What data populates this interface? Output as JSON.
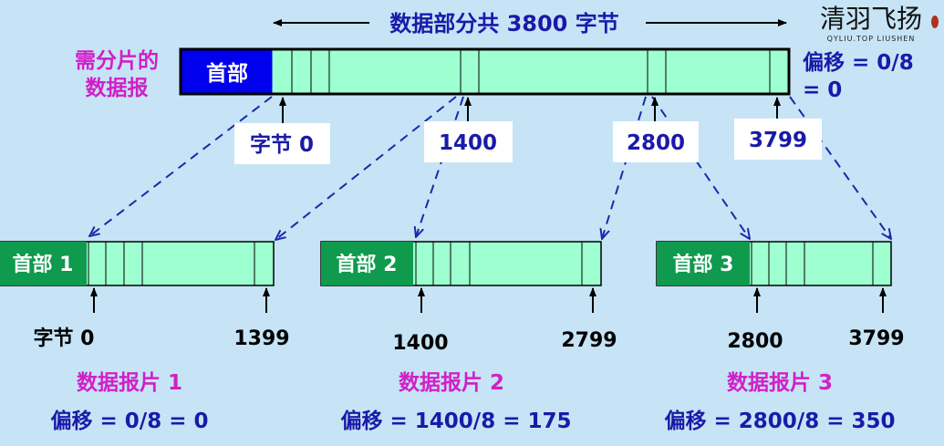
{
  "colors": {
    "background": "#c6e4f6",
    "data_fill": "#9effd0",
    "original_header": "#0000ee",
    "fragment_header": "#0f9a4e",
    "label_blue": "#1a1aa8",
    "title_magenta": "#d020c8",
    "dashed": "#1a2aa8"
  },
  "top": {
    "span_label": "数据部分共 3800 字节",
    "left_label_line1": "需分片的",
    "left_label_line2": "数据报",
    "header_label": "首部",
    "offset_line1": "偏移 = 0/8",
    "offset_line2": "= 0",
    "markers": [
      "字节 0",
      "1400",
      "2800",
      "3799"
    ]
  },
  "fragments": [
    {
      "header": "首部 1",
      "start": "字节 0",
      "end": "1399",
      "title": "数据报片 1",
      "offset": "偏移 = 0/8 = 0"
    },
    {
      "header": "首部 2",
      "start": "1400",
      "end": "2799",
      "title": "数据报片 2",
      "offset": "偏移 = 1400/8 = 175"
    },
    {
      "header": "首部 3",
      "start": "2800",
      "end": "3799",
      "title": "数据报片 3",
      "offset": "偏移 = 2800/8 = 350"
    }
  ],
  "watermark": {
    "text": "清羽飞扬",
    "sub": "QYLIU.TOP  LIUSHEN"
  }
}
